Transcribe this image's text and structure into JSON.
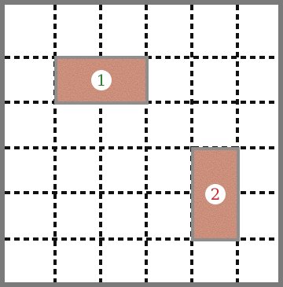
{
  "puzzle": {
    "grid": {
      "rows": 6,
      "cols": 6
    },
    "blocks": [
      {
        "id": "block-1",
        "label": "1",
        "row": 1,
        "col": 1,
        "width_cells": 2,
        "height_cells": 1,
        "orientation": "horizontal",
        "label_color": "#2e7d32"
      },
      {
        "id": "block-2",
        "label": "2",
        "row": 3,
        "col": 4,
        "width_cells": 1,
        "height_cells": 2,
        "orientation": "vertical",
        "label_color": "#c62828"
      }
    ]
  },
  "colors": {
    "frame": "#7a7a7a",
    "gridline": "#111111",
    "block_border": "#8e8e8e",
    "block_texture_base": "#9c4a36"
  }
}
